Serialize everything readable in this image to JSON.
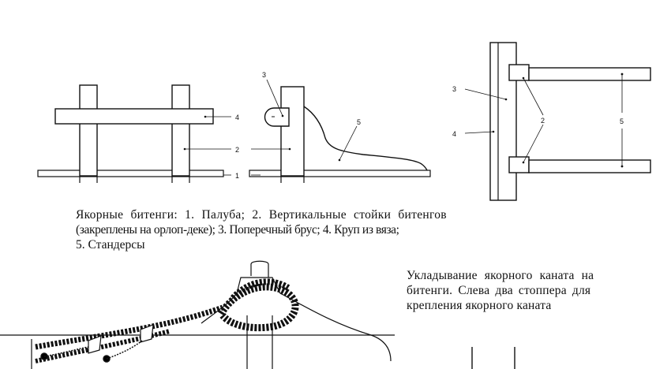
{
  "figure": {
    "labels": {
      "front_view": {
        "l4": "4",
        "l2": "2",
        "l1": "1"
      },
      "side_view": {
        "l3": "3",
        "l5": "5"
      },
      "top_view": {
        "l3": "3",
        "l4": "4",
        "l2": "2",
        "l5": "5"
      }
    }
  },
  "caption_top": {
    "line1": "Якорные битенги: 1. Палуба; 2. Вертикальные стойки битенгов",
    "line2": "(закреплены на орлоп-деке); 3. Поперечный брус; 4. Круп из вяза;",
    "line3": "5. Стандерсы"
  },
  "caption_right": {
    "line1": "Укладывание якорного каната на",
    "line2": "битенги. Слева два стоппера для",
    "line3": "крепления якорного каната"
  }
}
